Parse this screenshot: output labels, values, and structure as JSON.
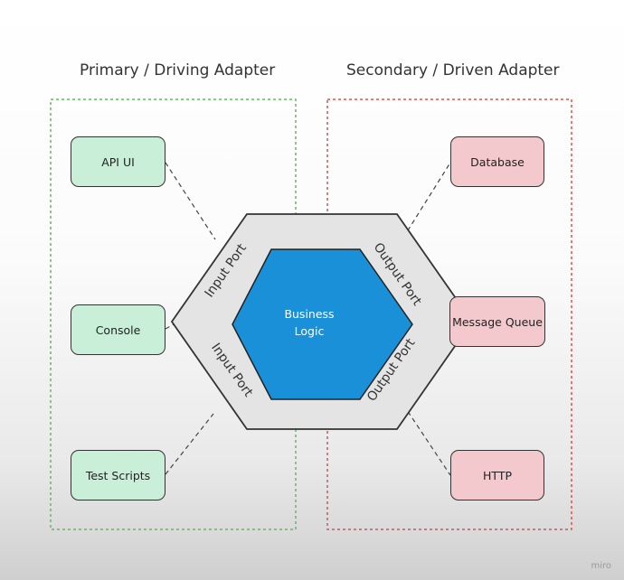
{
  "sections": {
    "primary": {
      "title": "Primary / Driving Adapter",
      "color": "#5cbf5c"
    },
    "secondary": {
      "title": "Secondary / Driven Adapter",
      "color": "#d9534f"
    }
  },
  "primary_adapters": [
    {
      "label": "API UI"
    },
    {
      "label": "Console"
    },
    {
      "label": "Test Scripts"
    }
  ],
  "secondary_adapters": [
    {
      "label": "Database"
    },
    {
      "label": "Message Queue"
    },
    {
      "label": "HTTP"
    }
  ],
  "ports": {
    "input_top": "Input Port",
    "input_bottom": "Input Port",
    "output_top": "Output Port",
    "output_bottom": "Output Port"
  },
  "core": {
    "line1": "Business",
    "line2": "Logic",
    "color": "#1a90d9"
  },
  "watermark": "miro"
}
